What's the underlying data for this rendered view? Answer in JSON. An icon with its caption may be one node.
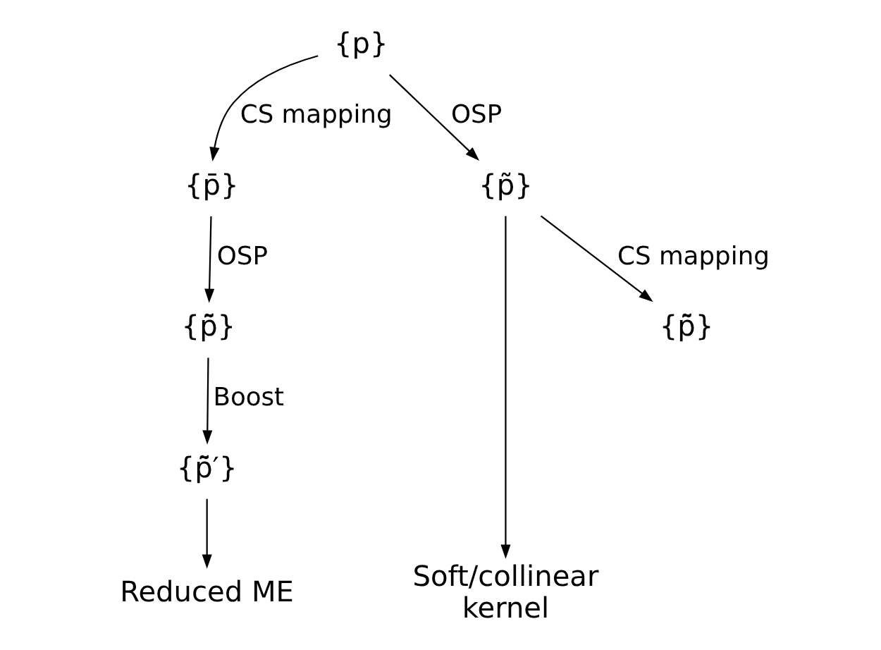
{
  "diagram": {
    "nodes": [
      {
        "text": [
          "{p}"
        ]
      },
      {
        "text": [
          "{p̄}"
        ]
      },
      {
        "text": [
          "{p̃̄}"
        ]
      },
      {
        "text": [
          "{p̃̄′}"
        ]
      },
      {
        "text": [
          "Reduced ME"
        ]
      },
      {
        "text": [
          "{p̃}"
        ]
      },
      {
        "text": [
          "Soft/collinear kernel"
        ]
      },
      {
        "text": [
          "{p̃̄}"
        ]
      }
    ],
    "edges": [
      {
        "from": 0,
        "to": 1,
        "arrow": "to",
        "label": "CS mapping"
      },
      {
        "from": 1,
        "to": 2,
        "arrow": "to",
        "label": "OSP"
      },
      {
        "from": 2,
        "to": 3,
        "arrow": "to",
        "label": "Boost"
      },
      {
        "from": 3,
        "to": 4,
        "arrow": "to"
      },
      {
        "from": 0,
        "to": 5,
        "arrow": "to",
        "label": "OSP"
      },
      {
        "from": 5,
        "to": 6,
        "arrow": "to"
      },
      {
        "from": 5,
        "to": 7,
        "arrow": "to",
        "label": "CS mapping"
      }
    ]
  }
}
